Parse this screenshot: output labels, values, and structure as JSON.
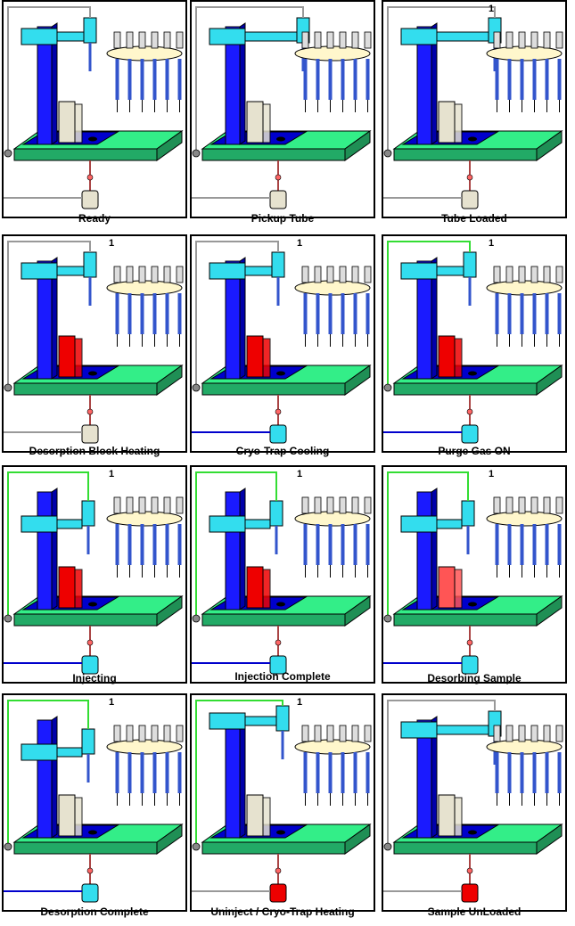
{
  "colors": {
    "column": "#1a1aff",
    "base_top": "#33ee88",
    "base_dark": "#0000cc",
    "head": "#33ddee",
    "ring": "#fff7cc",
    "tube_plain": "#e6e2cf",
    "tube_heated": "#ee0000",
    "line_off": "#999999",
    "line_gas": "#33dd33",
    "line_cool": "#0000cc",
    "trap_idle": "#e6e2cf",
    "trap_cool": "#33ddee",
    "trap_hot": "#ee0000"
  },
  "tube_marker": "1",
  "panels": [
    {
      "caption": "Ready",
      "state": {
        "head": "left",
        "tube": "block",
        "tube_color": "plain",
        "gas": "off",
        "trap": "idle",
        "trap_line": "off",
        "marker": false
      }
    },
    {
      "caption": "Pickup Tube",
      "state": {
        "head": "right",
        "tube": "block",
        "tube_color": "plain",
        "gas": "off",
        "trap": "idle",
        "trap_line": "off",
        "marker": false
      }
    },
    {
      "caption": "Tube Loaded",
      "state": {
        "head": "right",
        "tube": "block",
        "tube_color": "plain",
        "gas": "off",
        "trap": "idle",
        "trap_line": "off",
        "marker": true
      }
    },
    {
      "caption": "Desorption Block Heating",
      "state": {
        "head": "left",
        "tube": "block",
        "tube_color": "heated",
        "gas": "off",
        "trap": "idle",
        "trap_line": "off",
        "marker": true
      }
    },
    {
      "caption": "Cryo-Trap Cooling",
      "state": {
        "head": "left",
        "tube": "block",
        "tube_color": "heated",
        "gas": "off",
        "trap": "cool",
        "trap_line": "cool",
        "marker": true
      }
    },
    {
      "caption": "Purge Gas ON",
      "state": {
        "head": "left",
        "tube": "block",
        "tube_color": "heated",
        "gas": "on",
        "trap": "cool",
        "trap_line": "cool",
        "marker": true
      }
    },
    {
      "caption": "Injecting",
      "state": {
        "head": "down",
        "tube": "block",
        "tube_color": "heated",
        "gas": "on",
        "trap": "cool",
        "trap_line": "cool",
        "marker": true
      }
    },
    {
      "caption": "Injection Complete",
      "state": {
        "head": "down",
        "tube": "block",
        "tube_color": "heated",
        "gas": "on",
        "trap": "cool",
        "trap_line": "cool",
        "marker": true
      }
    },
    {
      "caption": "Desorbing Sample",
      "state": {
        "head": "down",
        "tube": "block",
        "tube_color": "dotted",
        "gas": "on",
        "trap": "cool",
        "trap_line": "cool",
        "marker": true
      }
    },
    {
      "caption": "Desorption Complete",
      "state": {
        "head": "down",
        "tube": "block",
        "tube_color": "plain",
        "gas": "on",
        "trap": "cool",
        "trap_line": "cool",
        "marker": true
      }
    },
    {
      "caption": "Uninject / Cryo-Trap Heating",
      "state": {
        "head": "up",
        "tube": "block",
        "tube_color": "plain",
        "gas": "on",
        "trap": "hot",
        "trap_line": "off",
        "marker": true
      }
    },
    {
      "caption": "Sample UnLoaded",
      "state": {
        "head": "right",
        "tube": "block",
        "tube_color": "plain",
        "gas": "off",
        "trap": "hot",
        "trap_line": "off",
        "marker": false
      }
    }
  ]
}
